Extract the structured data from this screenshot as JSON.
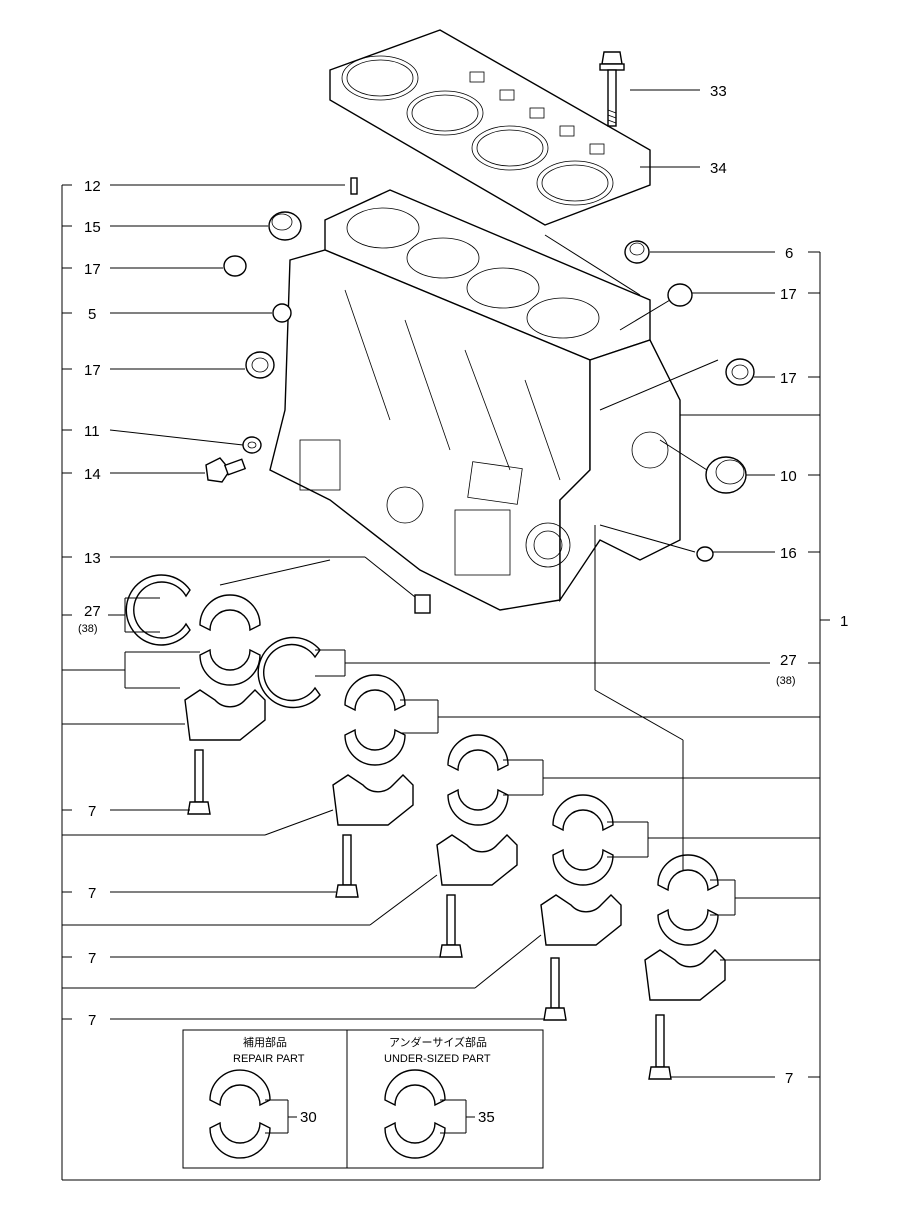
{
  "labels": {
    "p1": "1",
    "p5": "5",
    "p6": "6",
    "p7a": "7",
    "p7b": "7",
    "p7c": "7",
    "p7d": "7",
    "p7e": "7",
    "p10": "10",
    "p11": "11",
    "p12": "12",
    "p13": "13",
    "p14": "14",
    "p15": "15",
    "p16": "16",
    "p17a": "17",
    "p17b": "17",
    "p17c": "17",
    "p17d": "17",
    "p27a": "27",
    "p27a_sub": "(38)",
    "p27b": "27",
    "p27b_sub": "(38)",
    "p30": "30",
    "p33": "33",
    "p34": "34",
    "p35": "35"
  },
  "legend": {
    "repair_jp": "補用部品",
    "repair_en": "REPAIR PART",
    "undersize_jp": "アンダーサイズ部品",
    "undersize_en": "UNDER-SIZED PART"
  }
}
